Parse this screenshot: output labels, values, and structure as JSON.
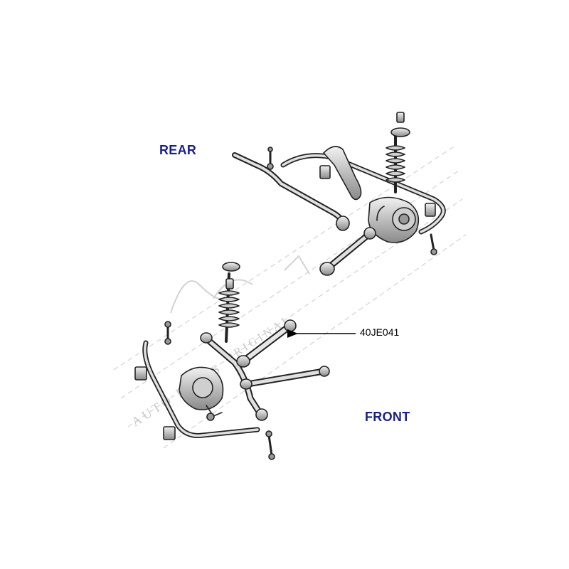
{
  "labels": {
    "rear": "REAR",
    "front": "FRONT",
    "part_number": "40JE041"
  },
  "colors": {
    "label_blue": "#1a1f8c",
    "part_fill": "#d9d9d9",
    "part_stroke": "#222222",
    "watermark": "#b5b5b5"
  }
}
